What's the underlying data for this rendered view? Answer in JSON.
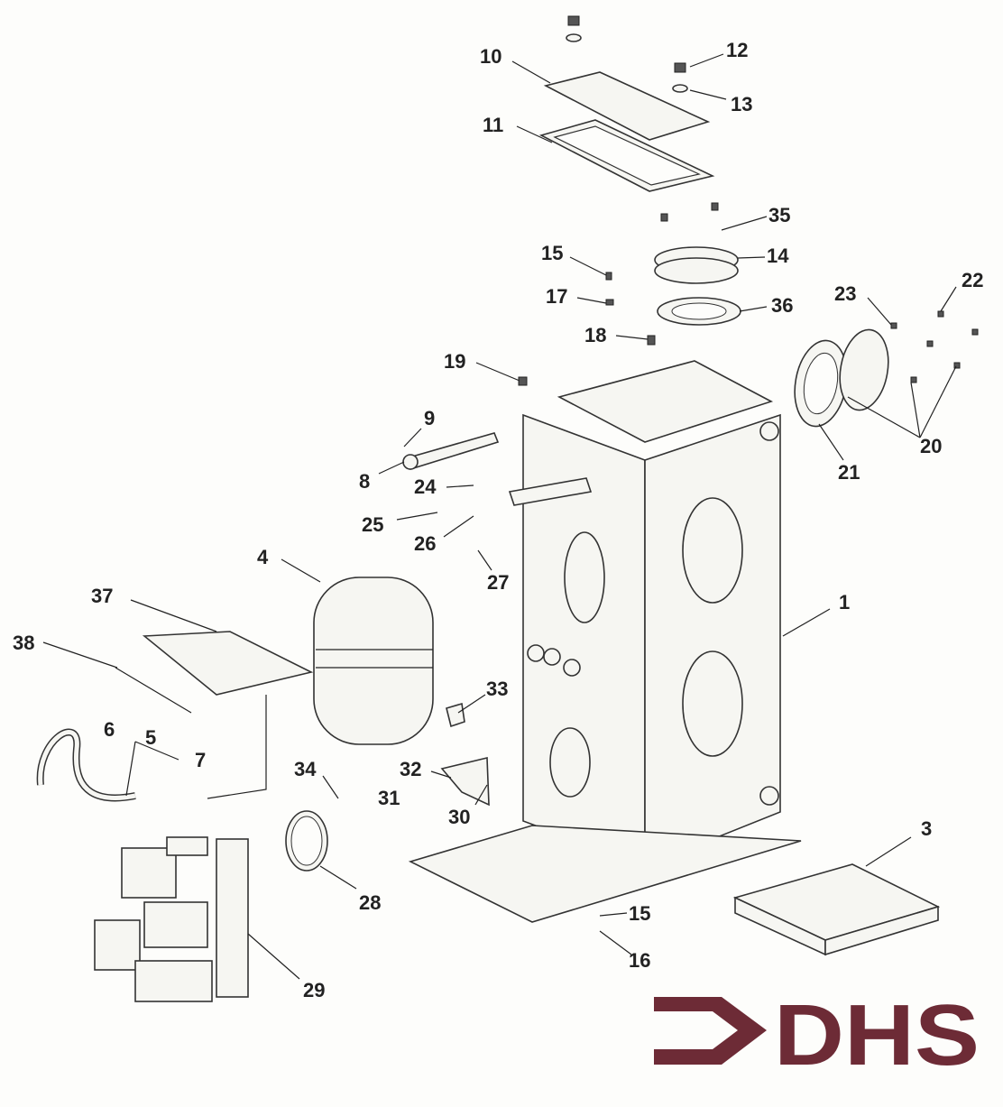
{
  "diagram": {
    "title": "Exploded parts diagram",
    "callouts": [
      "10",
      "12",
      "13",
      "11",
      "35",
      "15",
      "14",
      "17",
      "36",
      "23",
      "22",
      "18",
      "19",
      "9",
      "20",
      "21",
      "8",
      "24",
      "25",
      "26",
      "4",
      "27",
      "37",
      "1",
      "38",
      "33",
      "6",
      "5",
      "7",
      "34",
      "32",
      "31",
      "30",
      "3",
      "28",
      "15",
      "16",
      "29"
    ]
  },
  "logo": {
    "text": "DHS",
    "color": "#6d2b36"
  }
}
